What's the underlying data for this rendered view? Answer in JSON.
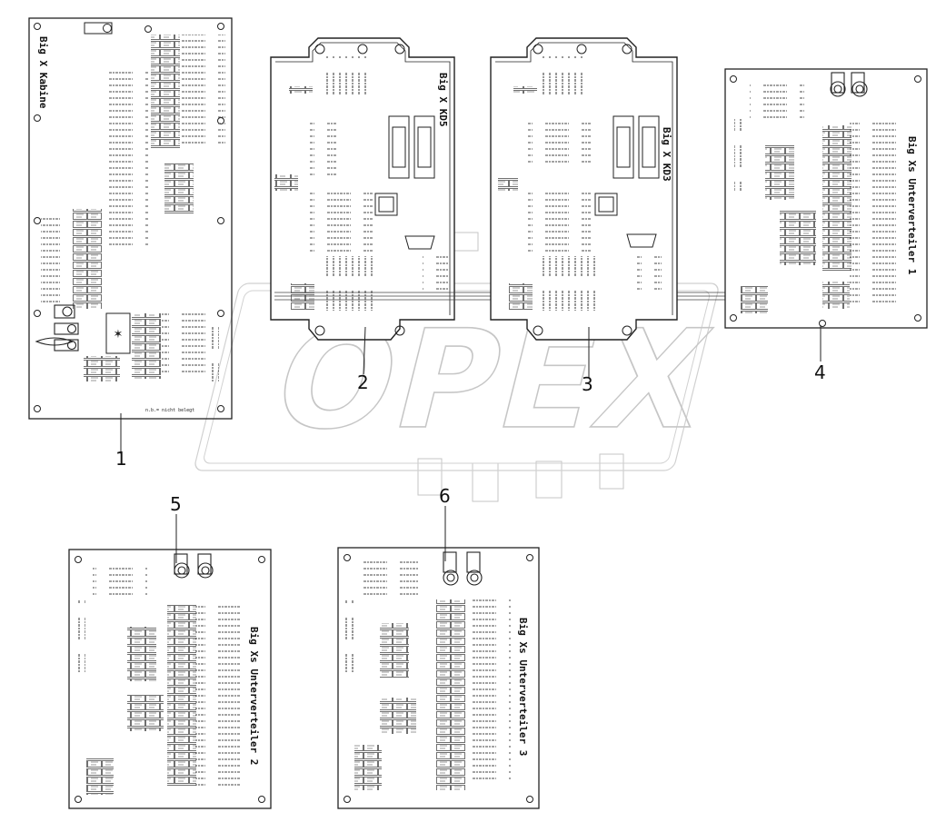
{
  "diagram": {
    "watermark": "OPEX",
    "callouts": [
      "1",
      "2",
      "3",
      "4",
      "5",
      "6"
    ],
    "boards": {
      "board1": {
        "title": "Big X Kabine",
        "footer": "n.b.= nicht belegt"
      },
      "board2": {
        "title": "Big X KD5"
      },
      "board3": {
        "title": "Big X KD3"
      },
      "board4": {
        "title": "Big Xs Unterverteiler 1"
      },
      "board5": {
        "title": "Big Xs Unterverteiler 2"
      },
      "board6": {
        "title": "Big Xs Unterverteiler 3"
      }
    }
  }
}
